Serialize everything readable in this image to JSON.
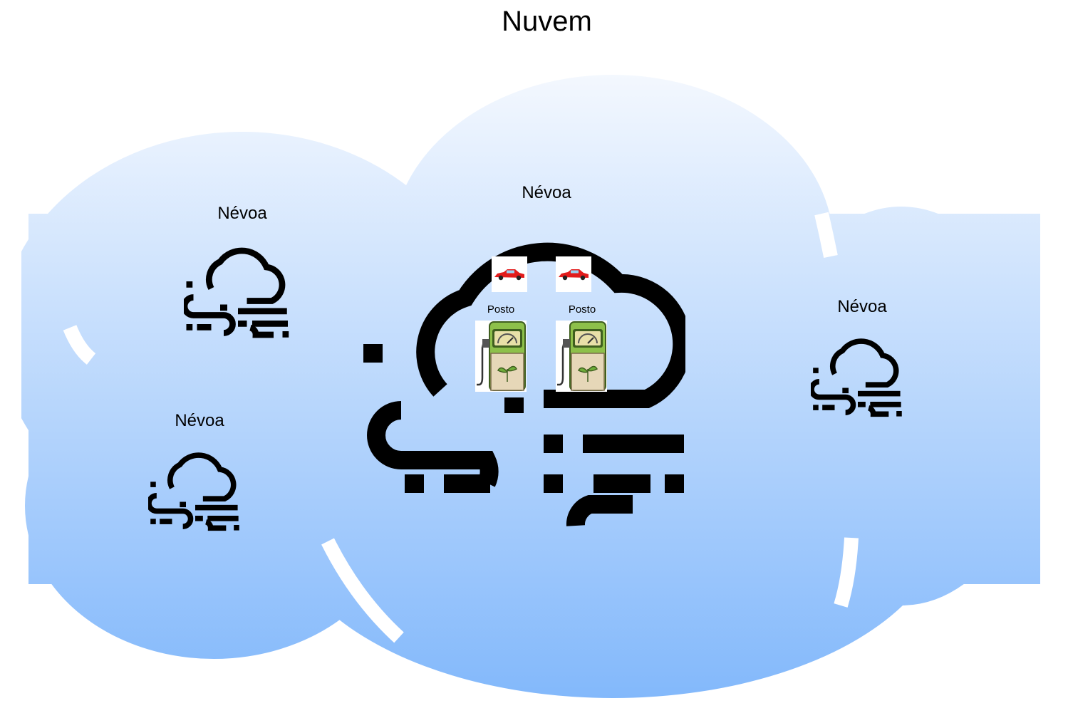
{
  "title": "Nuvem",
  "fog_nodes": [
    {
      "label": "Névoa"
    },
    {
      "label": "Névoa"
    },
    {
      "label": "Névoa"
    },
    {
      "label": "Névoa"
    }
  ],
  "stations": [
    {
      "label": "Posto"
    },
    {
      "label": "Posto"
    }
  ],
  "colors": {
    "cloud_top": "#f4f8fe",
    "cloud_bottom": "#82b8fb",
    "icon": "#000000",
    "car": "#e21b1b"
  }
}
